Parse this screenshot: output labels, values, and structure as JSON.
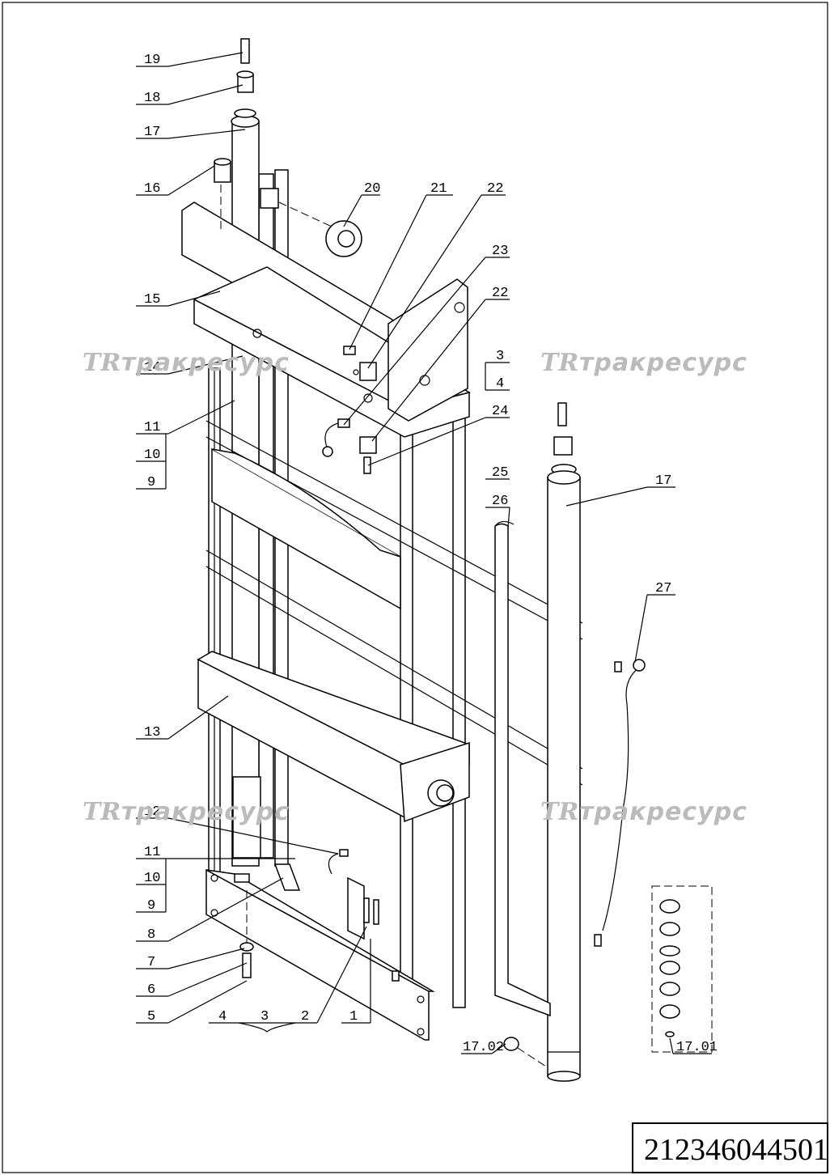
{
  "drawing_number": "212346044501",
  "watermark_logo": "TR",
  "watermark_text": "тракресурс",
  "callouts": {
    "p19": "19",
    "p18": "18",
    "p17a": "17",
    "p16": "16",
    "p15": "15",
    "p14": "14",
    "p11a": "11",
    "p10a": "10",
    "p9a": "9",
    "p20": "20",
    "p21": "21",
    "p22a": "22",
    "p23": "23",
    "p22b": "22",
    "p3a": "3",
    "p4a": "4",
    "p24": "24",
    "p25": "25",
    "p26": "26",
    "p17b": "17",
    "p27": "27",
    "p13": "13",
    "p12": "12",
    "p11b": "11",
    "p10b": "10",
    "p9b": "9",
    "p8": "8",
    "p7": "7",
    "p6": "6",
    "p5": "5",
    "p4b": "4",
    "p3b": "3",
    "p2": "2",
    "p1": "1",
    "p1702": "17.02",
    "p1701": "17.01"
  }
}
